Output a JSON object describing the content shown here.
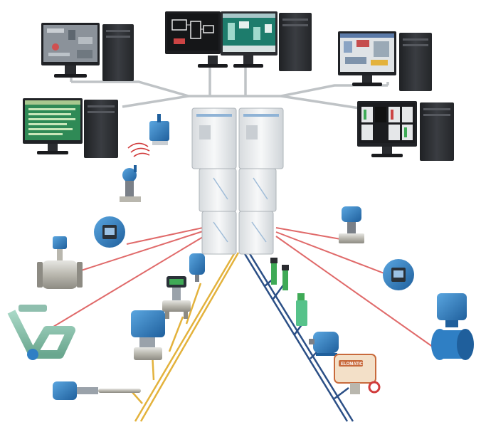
{
  "colors": {
    "ethernet": "#bfc3c6",
    "hart_analog": "#e06a6a",
    "foundation_fieldbus": "#e3b23c",
    "discrete_io": "#2b4f86",
    "controller_body": "#eef1f3",
    "transmitter_blue": "#2f7fc4",
    "pc_tower": "#2d2f33"
  },
  "workstations": [
    {
      "id": "hmi-1",
      "screen_theme": "grey-process-graphic"
    },
    {
      "id": "hmi-2",
      "screen_theme": "dark-schematic"
    },
    {
      "id": "hmi-3",
      "screen_theme": "teal-pid-display"
    },
    {
      "id": "hmi-4",
      "screen_theme": "light-plant-overview"
    },
    {
      "id": "hmi-5",
      "screen_theme": "green-alarm-list"
    },
    {
      "id": "hmi-6",
      "screen_theme": "faceplate-grid"
    }
  ],
  "field_devices": {
    "hart_side": [
      "wireless-gateway-icon",
      "wireless-pressure-transmitter-icon",
      "temperature-transmitter-icon",
      "vortex-flowmeter-icon",
      "coriolis-flowmeter-icon"
    ],
    "fieldbus_side": [
      "pressure-transmitter-icon",
      "level-transmitter-icon",
      "differential-pressure-transmitter-icon",
      "temperature-probe-icon"
    ],
    "discrete_side": [
      "proximity-sensor-icon",
      "limit-switch-icon",
      "motor-icon",
      "valve-actuator-icon"
    ],
    "hart_right": [
      "pressure-transmitter-right-icon",
      "display-transmitter-right-icon",
      "magnetic-flowmeter-icon"
    ]
  },
  "actuator_nameplate": "ELOMATIC"
}
